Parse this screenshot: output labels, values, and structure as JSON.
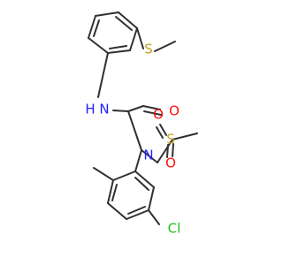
{
  "colors": {
    "bond": "#303030",
    "nitrogen": "#2020ff",
    "oxygen": "#ff0d0d",
    "sulfur": "#c5a31f",
    "chlorine": "#1fc01f",
    "hydrogen": "#2020ff"
  },
  "atoms": {
    "amide_nh": "N",
    "amide_h": "H",
    "carbonyl_o": "O",
    "thioether_s": "S",
    "sulfonyl_n": "N",
    "sulfonyl_s": "S",
    "sulfonyl_o_upper": "O",
    "sulfonyl_o_lower": "O",
    "chloro": "Cl"
  }
}
